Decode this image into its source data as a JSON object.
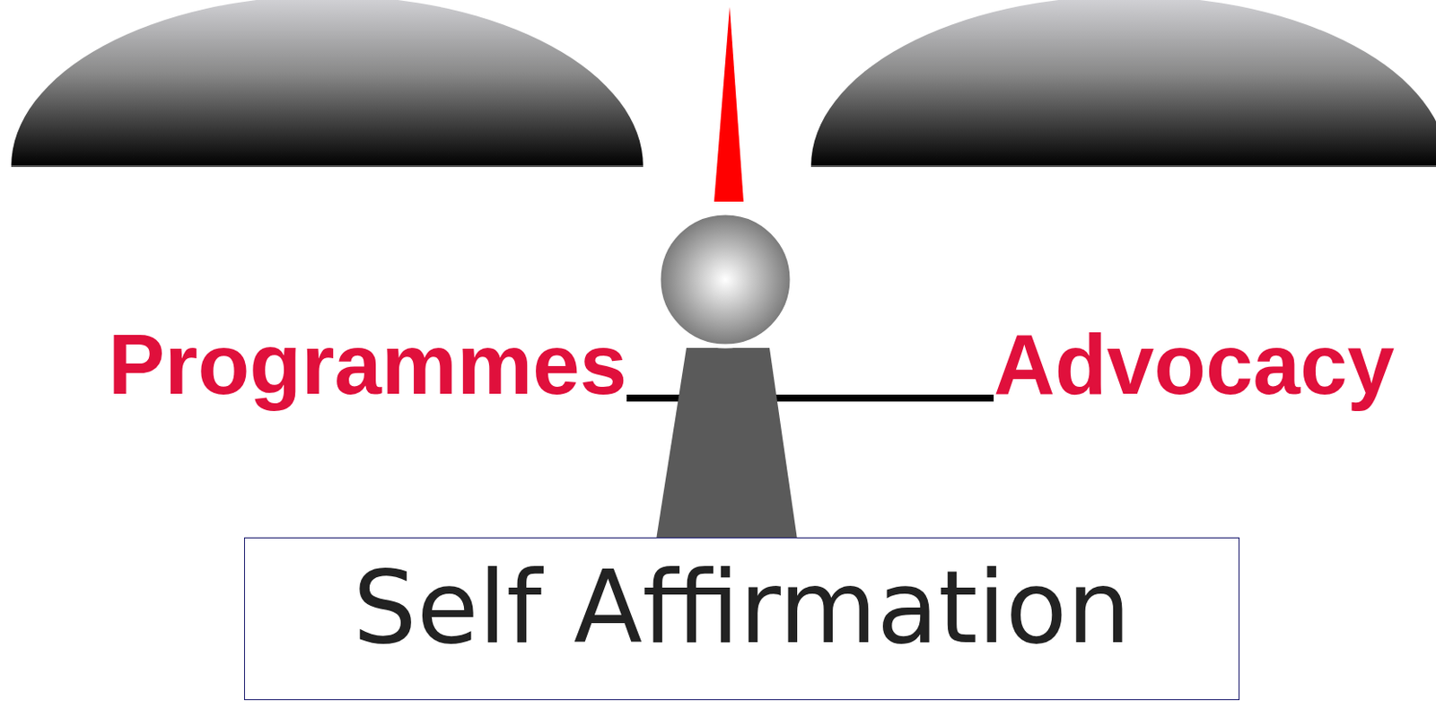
{
  "diagram": {
    "nodes": [
      {
        "text": [
          "Self Affirmation"
        ]
      }
    ],
    "labels": [
      "Programmes",
      "Advocacy"
    ]
  }
}
